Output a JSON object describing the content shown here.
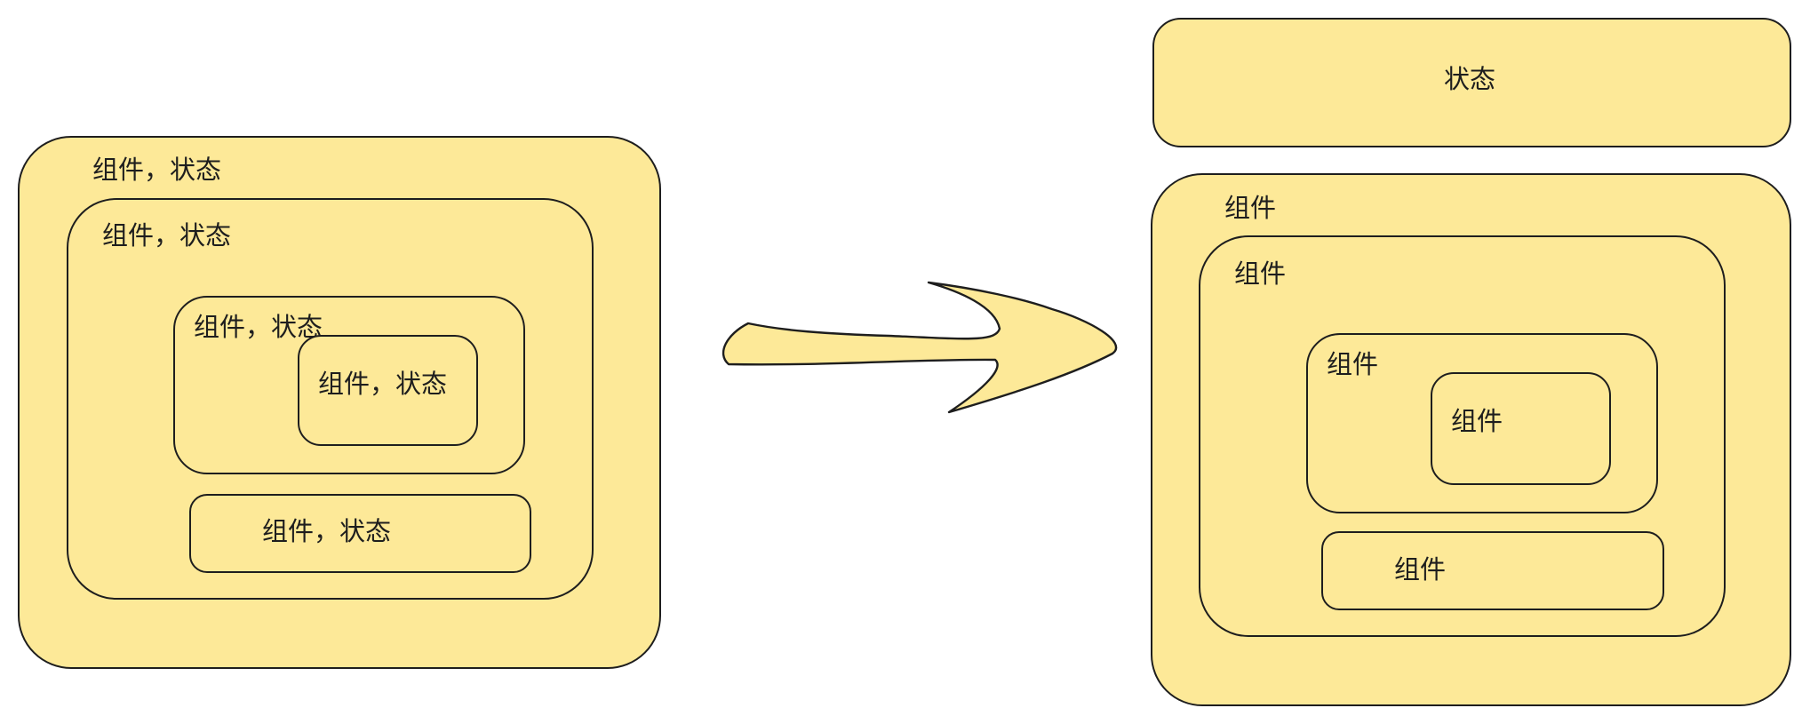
{
  "colors": {
    "fill": "#fde998",
    "stroke": "#1e1e1e",
    "background": "#ffffff"
  },
  "left": {
    "outer_label": "组件，状态",
    "level2_label": "组件，状态",
    "level3_label": "组件，状态",
    "level4_label": "组件，状态",
    "bottom_label": "组件，状态"
  },
  "arrow": {
    "icon": "right-arrow-icon"
  },
  "right": {
    "state_label": "状态",
    "outer_label": "组件",
    "level2_label": "组件",
    "level3_label": "组件",
    "level4_label": "组件",
    "bottom_label": "组件"
  }
}
